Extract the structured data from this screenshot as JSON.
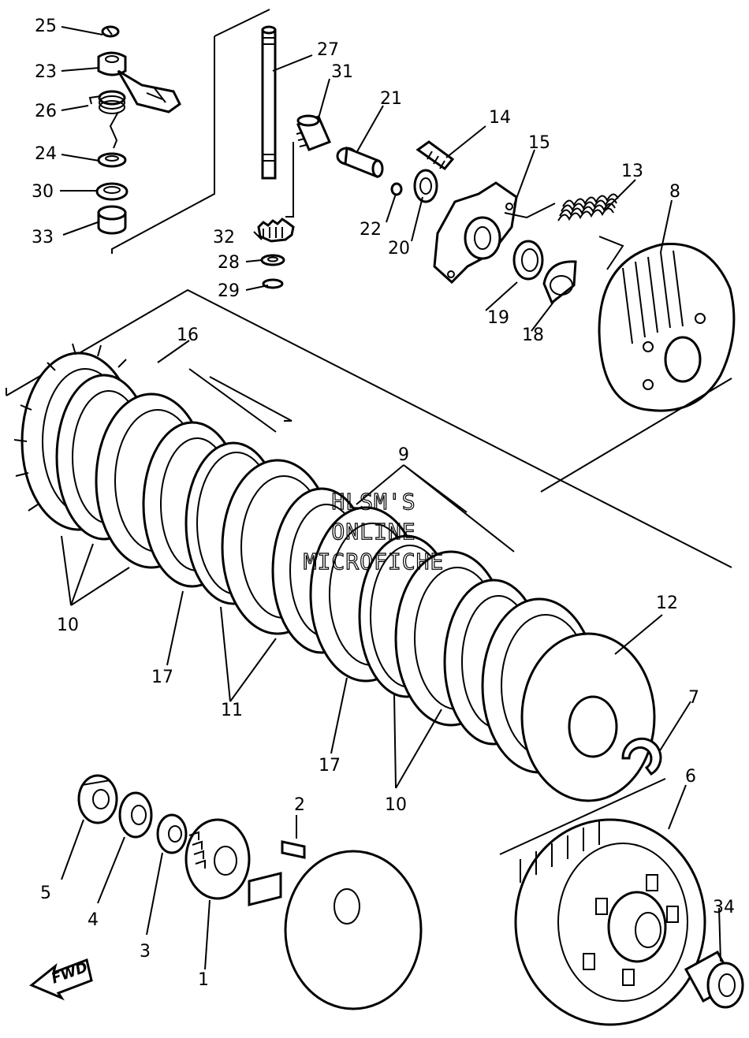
{
  "labels": {
    "p1": "1",
    "p2": "2",
    "p3": "3",
    "p4": "4",
    "p5": "5",
    "p6": "6",
    "p7": "7",
    "p8": "8",
    "p9": "9",
    "p10a": "10",
    "p10b": "10",
    "p11": "11",
    "p12": "12",
    "p13": "13",
    "p14": "14",
    "p15": "15",
    "p16": "16",
    "p17a": "17",
    "p17b": "17",
    "p18": "18",
    "p19": "19",
    "p20": "20",
    "p21": "21",
    "p22": "22",
    "p23": "23",
    "p24": "24",
    "p25": "25",
    "p26": "26",
    "p27": "27",
    "p28": "28",
    "p29": "29",
    "p30": "30",
    "p31": "31",
    "p32": "32",
    "p33": "33",
    "p34": "34"
  },
  "watermark": {
    "line1": "HLSM'S",
    "line2": "ONLINE",
    "line3": "MICROFICHE"
  },
  "direction": {
    "label": "FWD"
  }
}
